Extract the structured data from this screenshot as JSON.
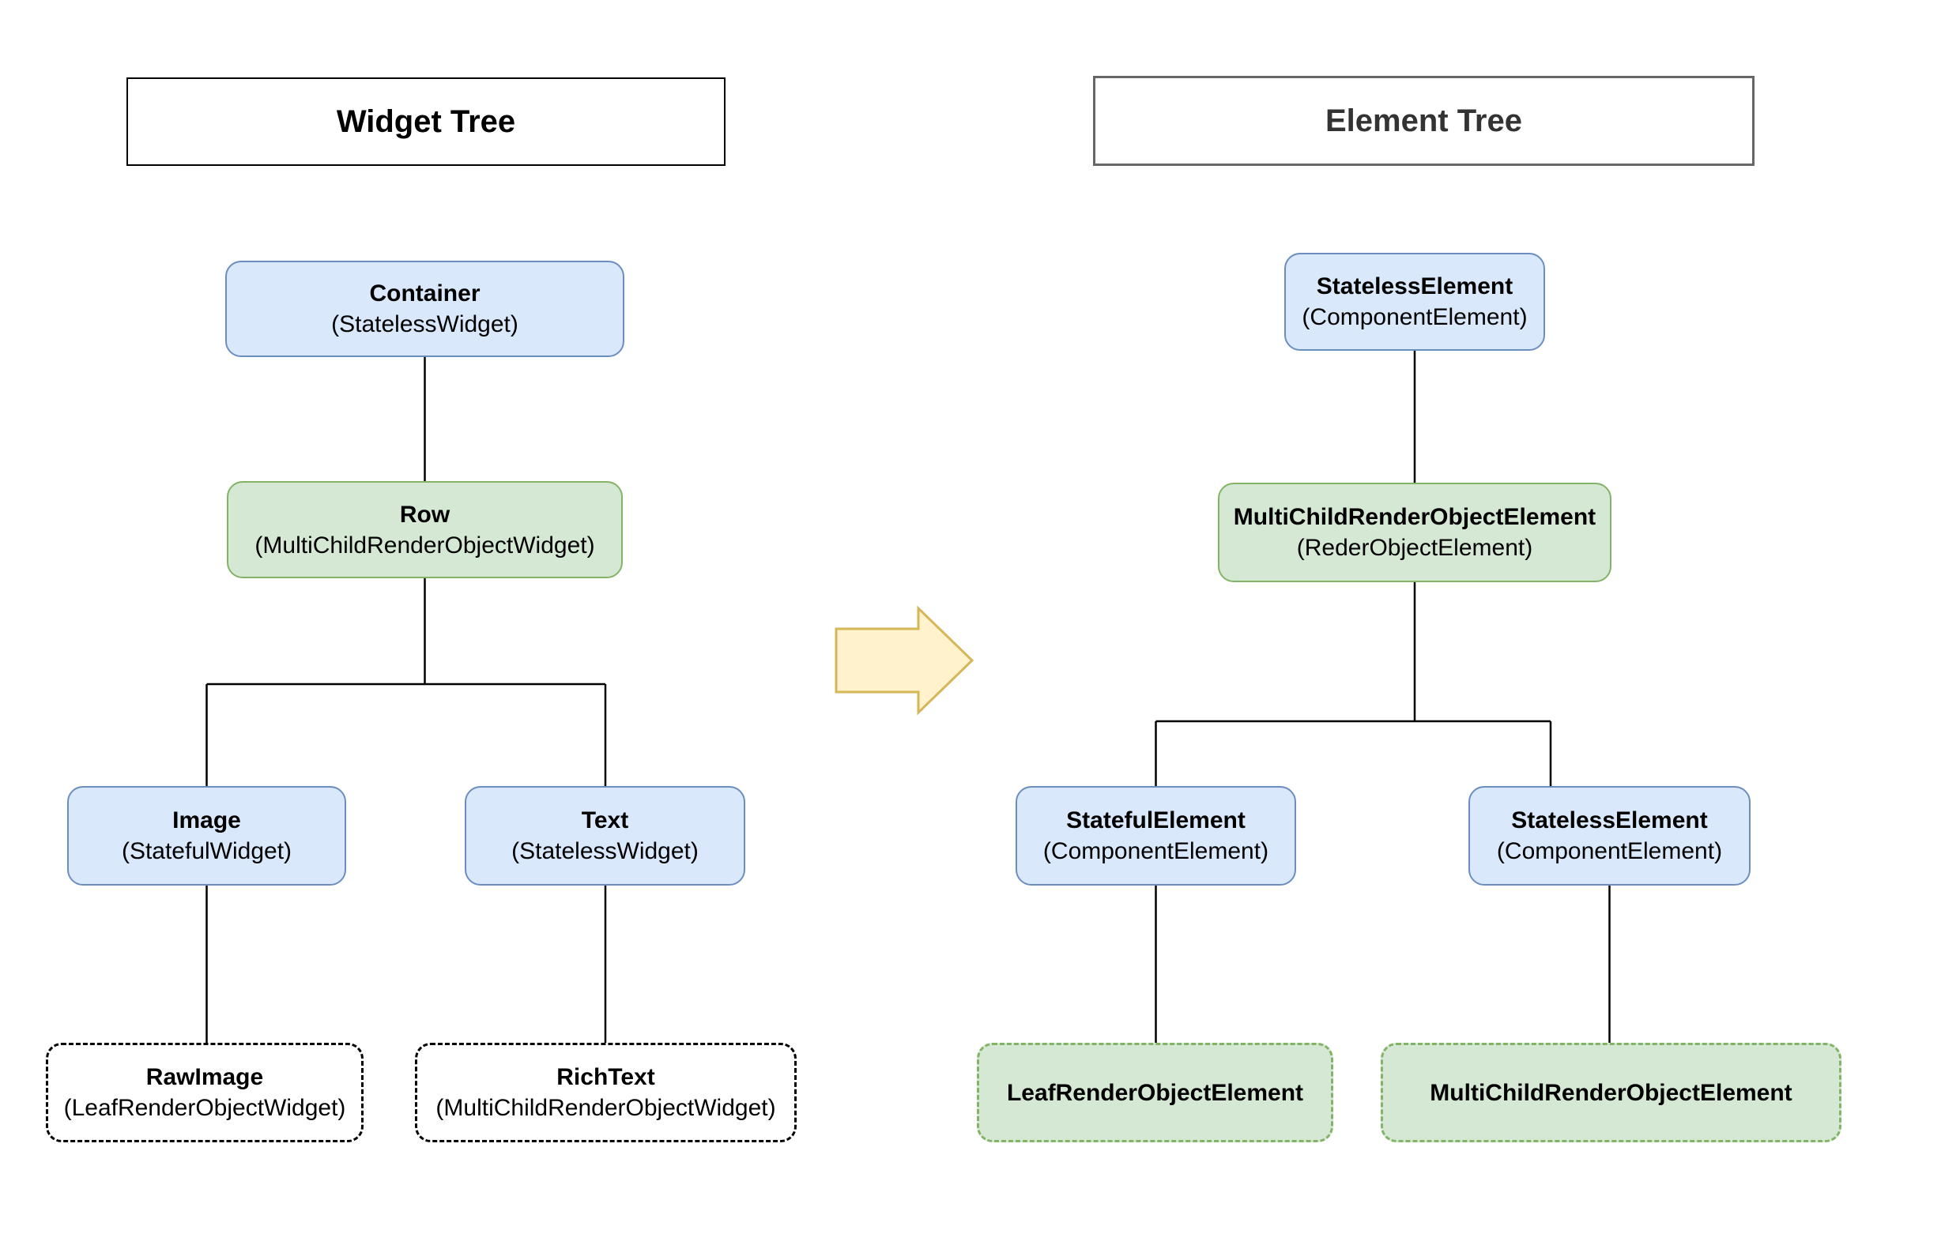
{
  "widget_tree": {
    "header": "Widget Tree",
    "nodes": {
      "container": {
        "title": "Container",
        "subtitle": "(StatelessWidget)"
      },
      "row": {
        "title": "Row",
        "subtitle": "(MultiChildRenderObjectWidget)"
      },
      "image": {
        "title": "Image",
        "subtitle": "(StatefulWidget)"
      },
      "text": {
        "title": "Text",
        "subtitle": "(StatelessWidget)"
      },
      "rawimage": {
        "title": "RawImage",
        "subtitle": "(LeafRenderObjectWidget)"
      },
      "richtext": {
        "title": "RichText",
        "subtitle": "(MultiChildRenderObjectWidget)"
      }
    }
  },
  "element_tree": {
    "header": "Element Tree",
    "nodes": {
      "stateless_root": {
        "title": "StatelessElement",
        "subtitle": "(ComponentElement)"
      },
      "multichild": {
        "title": "MultiChildRenderObjectElement",
        "subtitle": "(RederObjectElement)"
      },
      "stateful": {
        "title": "StatefulElement",
        "subtitle": "(ComponentElement)"
      },
      "stateless_child": {
        "title": "StatelessElement",
        "subtitle": "(ComponentElement)"
      },
      "leaf_render": {
        "title": "LeafRenderObjectElement"
      },
      "multichild_render": {
        "title": "MultiChildRenderObjectElement"
      }
    }
  },
  "colors": {
    "blue_fill": "#DAE8FC",
    "blue_stroke": "#6C8EBF",
    "green_fill": "#D5E8D4",
    "green_stroke": "#82B366",
    "arrow_fill": "#FFF2CC",
    "arrow_stroke": "#D6B656",
    "connector": "#000000",
    "widget_header_border": "#000000",
    "element_header_border": "#666666",
    "element_header_text": "#333333"
  }
}
